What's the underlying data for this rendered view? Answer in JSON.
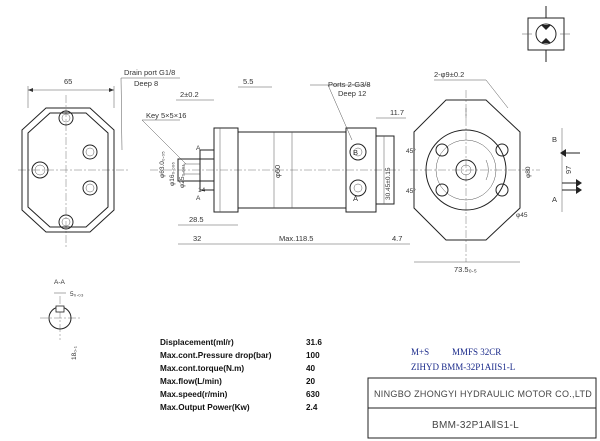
{
  "callouts": {
    "drain_port": "Drain port G1/8",
    "drain_deep": "Deep 8",
    "ports": "Ports 2-G3/8",
    "ports_deep": "Deep 12",
    "key": "Key 5×5×16",
    "holes": "2-φ9±0.2"
  },
  "dims": {
    "d65": "65",
    "d5_5": "5.5",
    "d2_02": "2±0.2",
    "d11_7": "11.7",
    "d63": "φ63.0₀.₀₅",
    "d16": "φ16₀.₀₀₆",
    "d25": "φ25₀.₀₀₁",
    "d60": "φ60",
    "d14": "14",
    "d28_5": "28.5",
    "d32": "32",
    "max118": "Max.118.5",
    "d4_7": "4.7",
    "d30_45": "30.45±0.15",
    "ang45a": "45°",
    "ang45b": "45°",
    "d80": "φ80",
    "d97": "97",
    "d45": "φ45",
    "d73_5": "73.5₀.₅",
    "aa": "A-A",
    "d5": "5₀.₀₃",
    "d18": "18₀.₁",
    "B": "B",
    "A": "A",
    "sec_a": "A",
    "sec_a2": "A"
  },
  "specs": [
    {
      "label": "Displacement(ml/r)",
      "value": "31.6"
    },
    {
      "label": "Max.cont.Pressure drop(bar)",
      "value": "100"
    },
    {
      "label": "Max.cont.torque(N.m)",
      "value": "40"
    },
    {
      "label": "Max.flow(L/min)",
      "value": "20"
    },
    {
      "label": "Max.speed(r/min)",
      "value": "630"
    },
    {
      "label": "Max.Output Power(Kw)",
      "value": "2.4"
    }
  ],
  "model": {
    "brand": "M+S",
    "series": "MMFS 32CR",
    "zihyd": "ZIHYD BMM-32P1AIIS1-L"
  },
  "title_block": {
    "company": "NINGBO ZHONGYI HYDRAULIC MOTOR CO.,LTD",
    "part_no": "BMM-32P1AⅡS1-L"
  }
}
